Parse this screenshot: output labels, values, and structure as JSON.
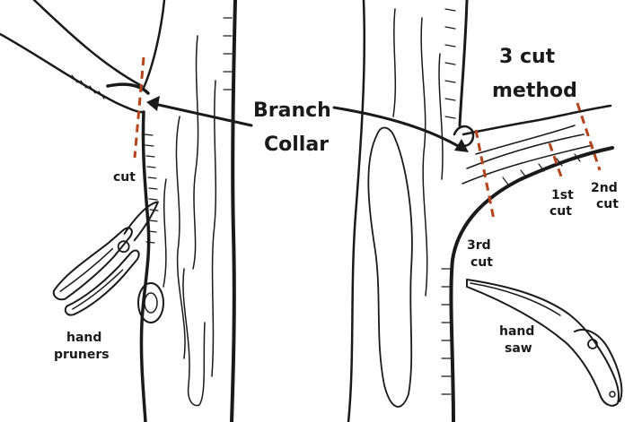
{
  "labels": {
    "branch_collar_line1": "Branch",
    "branch_collar_line2": "Collar",
    "method_line1": "3 cut",
    "method_line2": "method",
    "cut": "cut",
    "first_cut_line1": "1st",
    "first_cut_line2": "cut",
    "second_cut_line1": "2nd",
    "second_cut_line2": "cut",
    "third_cut_line1": "3rd",
    "third_cut_line2": "cut",
    "hand_pruners_line1": "hand",
    "hand_pruners_line2": "pruners",
    "hand_saw_line1": "hand",
    "hand_saw_line2": "saw"
  },
  "colors": {
    "ink": "#1a1a1a",
    "cut_line": "#b5441d",
    "background": "#ffffff"
  },
  "icons": [
    "hand-pruners-icon",
    "hand-saw-icon",
    "arrow-icon"
  ]
}
